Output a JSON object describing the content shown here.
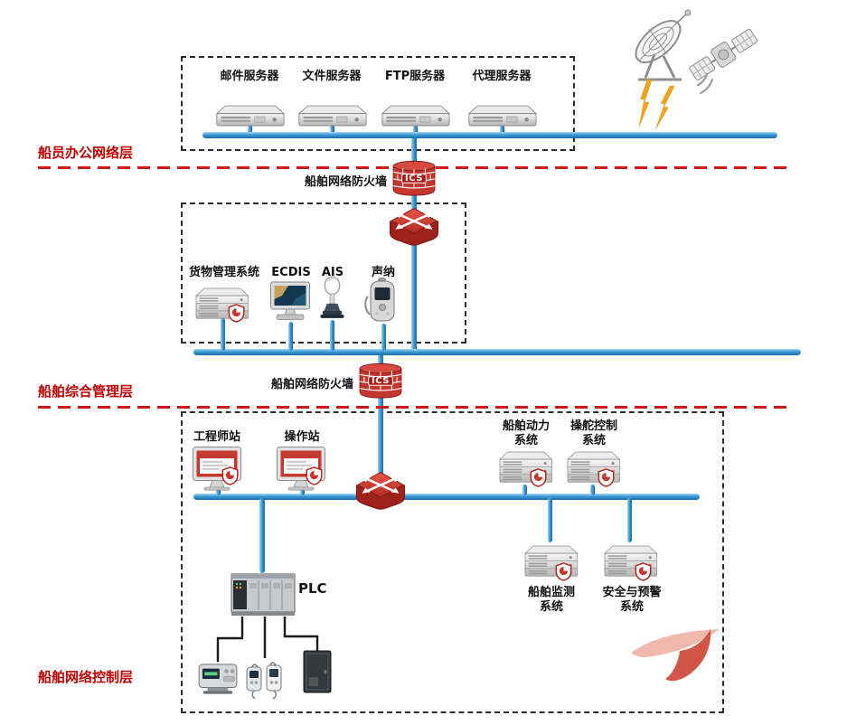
{
  "layers": {
    "office": {
      "label": "船员办公网络层"
    },
    "management": {
      "label": "船舶综合管理层"
    },
    "control": {
      "label": "船舶网络控制层"
    }
  },
  "firewalls": {
    "top": {
      "label": "船舶网络防火墙",
      "badge": "ICS"
    },
    "mid": {
      "label": "船舶网络防火墙",
      "badge": "ICS"
    }
  },
  "office_nodes": [
    {
      "label": "邮件服务器",
      "icon": "rack-server-icon"
    },
    {
      "label": "文件服务器",
      "icon": "rack-server-icon"
    },
    {
      "label": "FTP服务器",
      "icon": "rack-server-icon"
    },
    {
      "label": "代理服务器",
      "icon": "rack-server-icon"
    }
  ],
  "management_nodes": [
    {
      "label": "货物管理系统",
      "icon": "server-with-shield-icon"
    },
    {
      "label": "ECDIS",
      "icon": "chart-console-icon"
    },
    {
      "label": "AIS",
      "icon": "transponder-icon"
    },
    {
      "label": "声纳",
      "icon": "sonar-handheld-icon"
    }
  ],
  "control_nodes": {
    "workstations": [
      {
        "label": "工程师站",
        "icon": "workstation-with-shield-icon"
      },
      {
        "label": "操作站",
        "icon": "workstation-with-shield-icon"
      }
    ],
    "upper_systems": [
      {
        "label": "船舶动力\n系统",
        "icon": "server-stack-with-shield-icon"
      },
      {
        "label": "操舵控制\n系统",
        "icon": "server-stack-with-shield-icon"
      }
    ],
    "lower_systems": [
      {
        "label": "船舶监测\n系统",
        "icon": "server-stack-with-shield-icon"
      },
      {
        "label": "安全与预警\n系统",
        "icon": "server-stack-with-shield-icon"
      }
    ],
    "plc": {
      "label": "PLC",
      "icon": "plc-controller-icon"
    }
  },
  "decor_icons": {
    "satellite_dish": "satellite-dish-icon",
    "satellite": "satellite-icon",
    "signal_bolts": "lightning-bolt-icon",
    "logo": "red-swoosh-logo"
  },
  "colors": {
    "bus_blue": "#2f8fce",
    "divider_red": "#d01616",
    "layer_label_red": "#c00000",
    "firewall_red": "#c5372e"
  }
}
